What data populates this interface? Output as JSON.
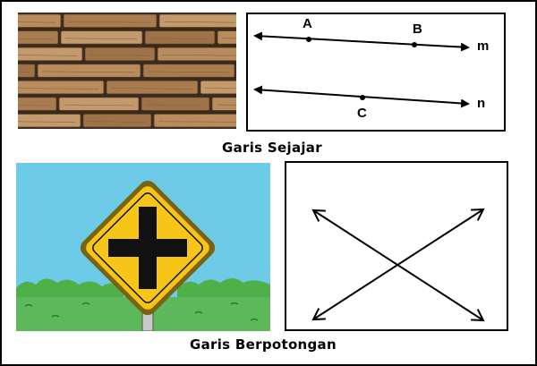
{
  "top": {
    "caption": "Garis Sejajar",
    "diagram": {
      "points": [
        "A",
        "B",
        "C"
      ],
      "lines": [
        "m",
        "n"
      ]
    }
  },
  "bottom": {
    "caption": "Garis Berpotongan"
  },
  "colors": {
    "sky": "#6dcbe8",
    "bush": "#5cb85a",
    "sign_yellow": "#f6c518",
    "sign_border": "#7a6310",
    "wood_dark": "#3b2a1c",
    "wood_light": "#b98c5e"
  }
}
